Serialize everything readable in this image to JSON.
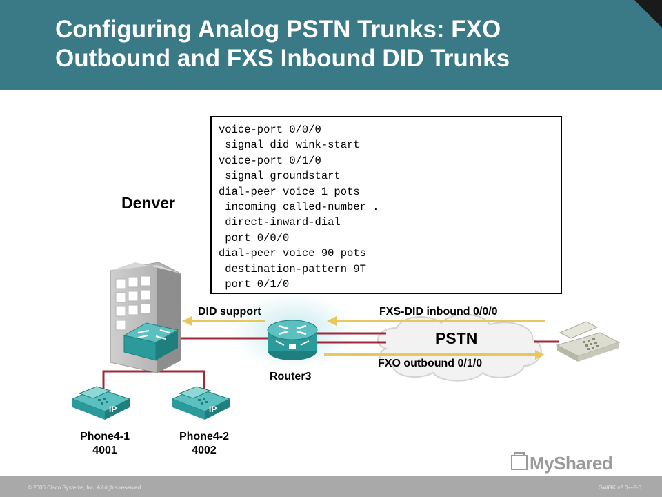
{
  "title": {
    "line1": "Configuring Analog PSTN Trunks: FXO",
    "line2": "Outbound and FXS Inbound DID Trunks"
  },
  "config_lines": [
    "voice-port 0/0/0",
    " signal did wink-start",
    "voice-port 0/1/0",
    " signal groundstart",
    "dial-peer voice 1 pots",
    " incoming called-number .",
    " direct-inward-dial",
    " port 0/0/0",
    "dial-peer voice 90 pots",
    " destination-pattern 9T",
    " port 0/1/0"
  ],
  "labels": {
    "site": "Denver",
    "did_support": "DID support",
    "fxs_did": "FXS-DID inbound 0/0/0",
    "fxo_out": "FXO outbound 0/1/0",
    "pstn": "PSTN",
    "router": "Router3",
    "phone1_name": "Phone4-1",
    "phone1_ext": "4001",
    "phone2_name": "Phone4-2",
    "phone2_ext": "4002",
    "ip_badge": "IP"
  },
  "footer": {
    "copyright": "© 2006 Cisco Systems, Inc. All rights reserved.",
    "code": "GWGK v2.0—2-6"
  },
  "watermark": "MyShared",
  "colors": {
    "header": "#3a7a86",
    "device_teal": "#2a9a9a",
    "arrow_gold": "#e8c85a",
    "link_red": "#a0283a"
  }
}
